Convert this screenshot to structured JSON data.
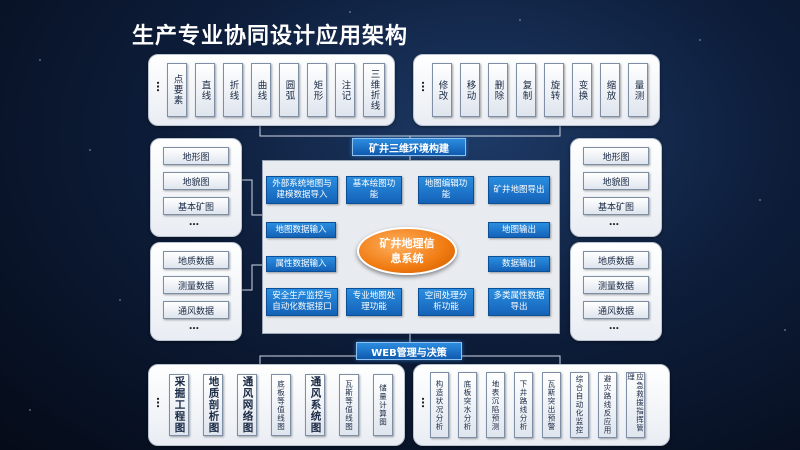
{
  "title": "生产专业协同设计应用架构",
  "ellipsis": "…",
  "top_left_items": [
    "点要素",
    "直线",
    "折线",
    "曲线",
    "圆弧",
    "矩形",
    "注记",
    "三维折线"
  ],
  "top_right_items": [
    "修改",
    "移动",
    "删除",
    "复制",
    "旋转",
    "变换",
    "缩放",
    "量测"
  ],
  "left_group1": [
    "地形图",
    "地貌图",
    "基本矿图"
  ],
  "left_group2": [
    "地质数据",
    "测量数据",
    "通风数据"
  ],
  "right_group1": [
    "地形图",
    "地貌图",
    "基本矿图"
  ],
  "right_group2": [
    "地质数据",
    "测量数据",
    "通风数据"
  ],
  "banner_top": "矿井三维环境构建",
  "banner_bottom": "WEB管理与决策",
  "hub": "矿井地理信息系统",
  "center_left": [
    "外部系统地图与建模数据导入",
    "基本绘图功能",
    "地图数据输入",
    "属性数据输入",
    "安全生产监控与自动化数据接口",
    "专业地图处理功能"
  ],
  "center_right": [
    "地图编辑功能",
    "矿井地图导出",
    "地图输出",
    "数据输出",
    "空间处理分析功能",
    "多类属性数据导出"
  ],
  "bottom_left_items": [
    "采掘工程图",
    "地质剖析图",
    "通风网络图",
    "底板等值线图",
    "通风系统图",
    "瓦斯等值线图",
    "储量计算图"
  ],
  "bottom_right_items": [
    "构造状况分析",
    "底板突水分析",
    "地表沉陷预测",
    "下井路线分析",
    "瓦斯突出预警",
    "综合自动化监控",
    "避灾路线反应用",
    "应急救援指挥管理"
  ]
}
